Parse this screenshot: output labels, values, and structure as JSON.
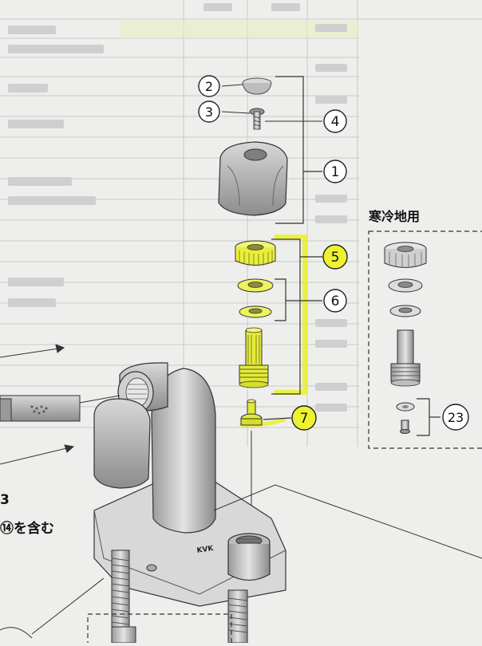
{
  "callouts": {
    "c1": "1",
    "c2": "2",
    "c3": "3",
    "c4": "4",
    "c5": "5",
    "c6": "6",
    "c7": "7",
    "c23": "23"
  },
  "cold_region": {
    "label": "寒冷地用"
  },
  "left_notes": {
    "note_circled": "⑭を含む",
    "note_partial": "3"
  },
  "faucet": {
    "brand_mark": "KVK"
  },
  "colors": {
    "highlight": "#e9f02a",
    "line": "#2b2b2b",
    "paper": "#eeeeec"
  }
}
